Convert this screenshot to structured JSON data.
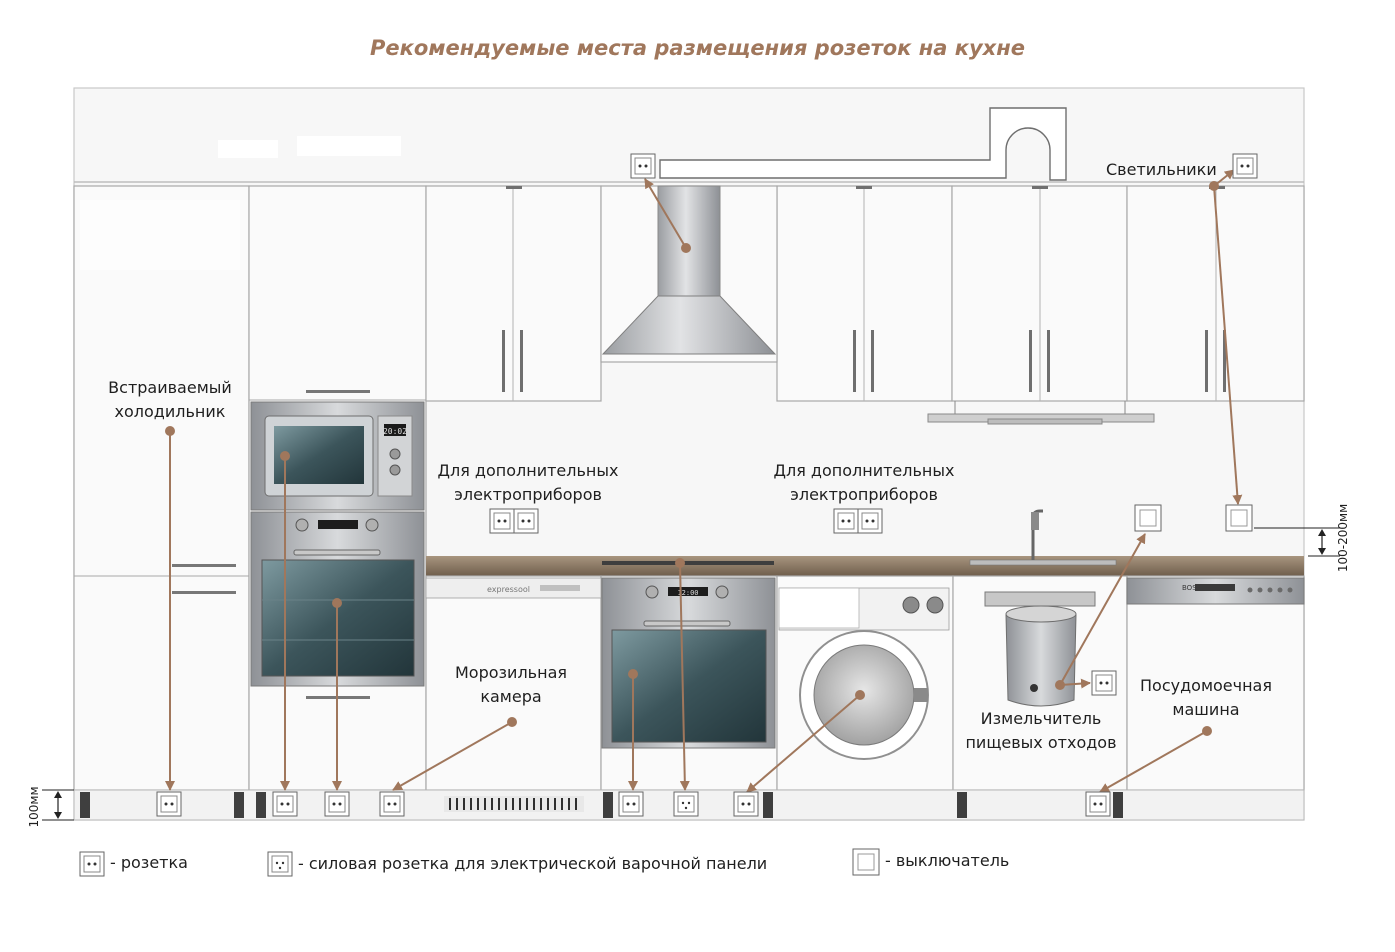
{
  "title": "Рекомендуемые места размещения розеток на кухне",
  "labels": {
    "luminaires": "Светильники",
    "fridge": [
      "Встраиваемый",
      "холодильник"
    ],
    "extra_left": [
      "Для дополнительных",
      "электроприборов"
    ],
    "extra_right": [
      "Для дополнительных",
      "электроприборов"
    ],
    "freezer": [
      "Морозильная",
      "камера"
    ],
    "dishwasher": [
      "Посудомоечная",
      "машина"
    ],
    "disposer": [
      "Измельчитель",
      "пищевых отходов"
    ],
    "dim_100": "100мм",
    "dim_100_200": "100-200мм"
  },
  "appliance_marks": {
    "microwave_display": "20:02",
    "oven_display": "12:00",
    "freezer_brand": "expressool",
    "dishwasher_brand": "BOSCH"
  },
  "legend": {
    "socket": "- розетка",
    "power_socket_a": "- силовая розетка",
    "power_socket_b": "для электрической варочной панели",
    "switch": "- выключатель"
  },
  "colors": {
    "title": "#a0775c",
    "arrow": "#a0775c",
    "outline": "#9a9a9a",
    "countertop": "#8d7a66",
    "steel": "#b9bcc0",
    "oven_glass": "#3f5a60"
  }
}
